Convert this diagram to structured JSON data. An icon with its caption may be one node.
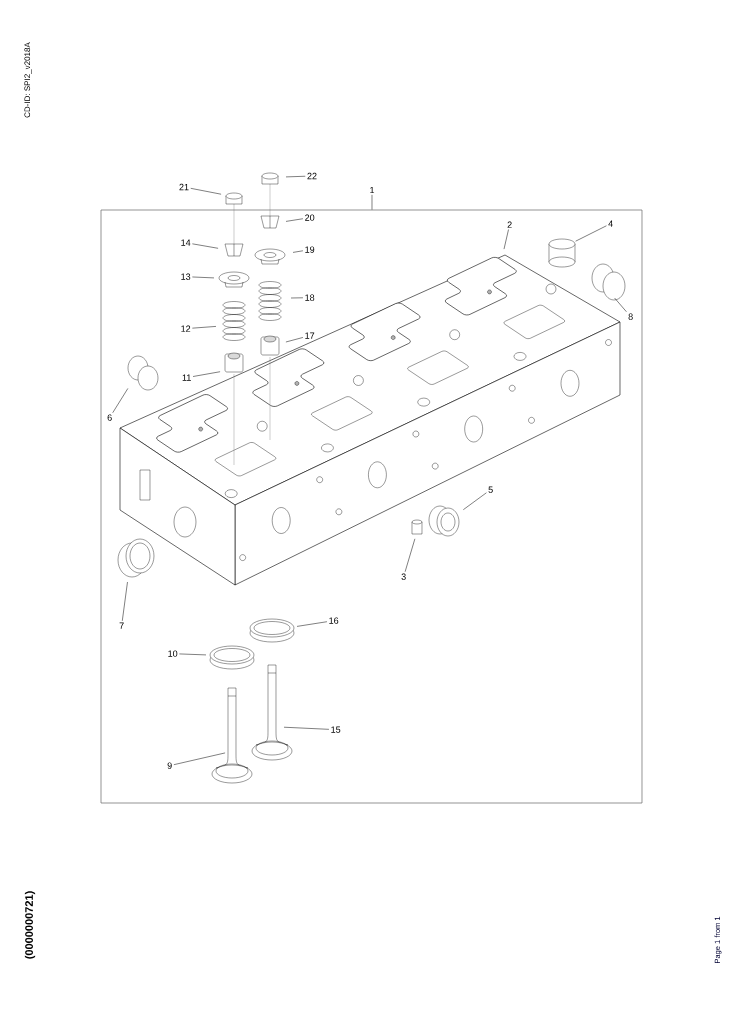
{
  "diagram": {
    "nodes": [
      {
        "text": [],
        "shape": "box"
      },
      {
        "text": [
          "22"
        ]
      },
      {
        "text": [
          "21"
        ]
      },
      {
        "text": [
          "1"
        ]
      },
      {
        "text": [
          "20"
        ],
        "in": 0
      },
      {
        "text": [
          "4"
        ],
        "in": 0
      },
      {
        "text": [
          "2"
        ],
        "in": 0
      },
      {
        "text": [
          "14"
        ],
        "in": 0
      },
      {
        "text": [
          "19"
        ],
        "in": 0
      },
      {
        "text": [
          "13"
        ],
        "in": 0
      },
      {
        "text": [
          "18"
        ],
        "in": 0
      },
      {
        "text": [
          "8"
        ],
        "in": 0
      },
      {
        "text": [
          "12"
        ],
        "in": 0
      },
      {
        "text": [
          "17"
        ],
        "in": 0
      },
      {
        "text": [
          "11"
        ],
        "in": 0
      },
      {
        "text": [
          "6"
        ],
        "in": 0
      },
      {
        "text": [
          "5"
        ],
        "in": 0
      },
      {
        "text": [
          "3"
        ],
        "in": 0
      },
      {
        "text": [
          "16"
        ],
        "in": 0
      },
      {
        "text": [
          "7"
        ],
        "in": 0
      },
      {
        "text": [
          "10"
        ],
        "in": 0
      },
      {
        "text": [
          "15"
        ],
        "in": 0
      },
      {
        "text": [
          "9"
        ],
        "in": 0
      }
    ],
    "edges": [
      {
        "from": 3,
        "to": 0,
        "arrow": "none"
      },
      {
        "from": 1,
        "to": null,
        "arrow": "none"
      },
      {
        "from": 2,
        "to": null,
        "arrow": "none"
      },
      {
        "from": 4,
        "to": null,
        "arrow": "none"
      },
      {
        "from": 5,
        "to": null,
        "arrow": "none"
      },
      {
        "from": 6,
        "to": null,
        "arrow": "none"
      },
      {
        "from": 7,
        "to": null,
        "arrow": "none"
      },
      {
        "from": 8,
        "to": null,
        "arrow": "none"
      },
      {
        "from": 9,
        "to": null,
        "arrow": "none"
      },
      {
        "from": 10,
        "to": null,
        "arrow": "none"
      },
      {
        "from": 11,
        "to": null,
        "arrow": "none"
      },
      {
        "from": 12,
        "to": null,
        "arrow": "none"
      },
      {
        "from": 13,
        "to": null,
        "arrow": "none"
      },
      {
        "from": 14,
        "to": null,
        "arrow": "none"
      },
      {
        "from": 15,
        "to": null,
        "arrow": "none"
      },
      {
        "from": 16,
        "to": null,
        "arrow": "none"
      },
      {
        "from": 17,
        "to": null,
        "arrow": "none"
      },
      {
        "from": 18,
        "to": null,
        "arrow": "none"
      },
      {
        "from": 19,
        "to": null,
        "arrow": "none"
      },
      {
        "from": 20,
        "to": null,
        "arrow": "none"
      },
      {
        "from": 21,
        "to": null,
        "arrow": "none"
      },
      {
        "from": 22,
        "to": null,
        "arrow": "none"
      }
    ],
    "labels": [
      "CD-ID: SPI2_v2018A",
      "(0000000721)",
      "Page 1 from 1"
    ]
  }
}
